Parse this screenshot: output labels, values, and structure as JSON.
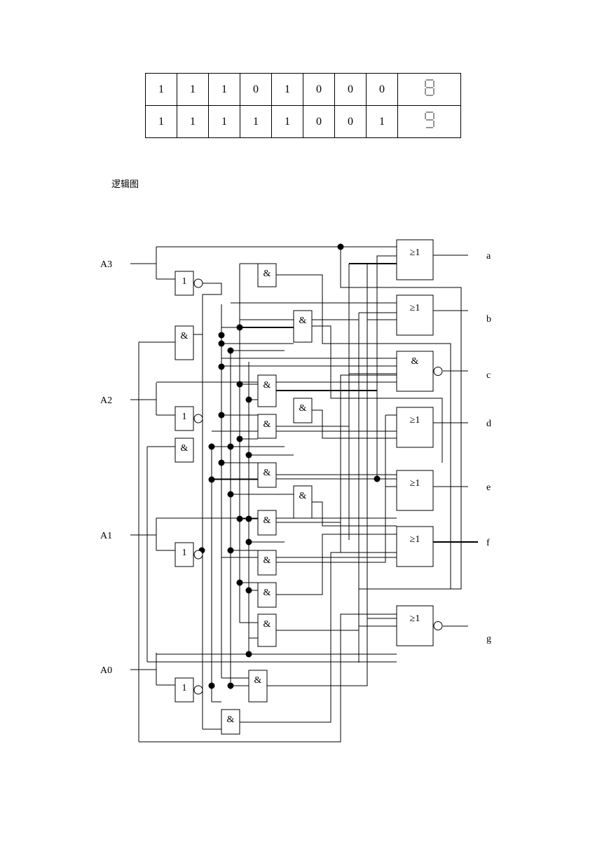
{
  "truth_table": {
    "rows": [
      {
        "bits": [
          "1",
          "1",
          "1",
          "0",
          "1",
          "0",
          "0",
          "0"
        ],
        "digit": "8"
      },
      {
        "bits": [
          "1",
          "1",
          "1",
          "1",
          "1",
          "0",
          "0",
          "1"
        ],
        "digit": "9"
      }
    ]
  },
  "caption": "逻辑图",
  "inputs": [
    "A3",
    "A2",
    "A1",
    "A0"
  ],
  "outputs": [
    "a",
    "b",
    "c",
    "d",
    "e",
    "f",
    "g"
  ],
  "gate_symbols": {
    "and": "&",
    "or": "≥1",
    "not": "1"
  },
  "colors": {
    "line": "#000000",
    "background": "#ffffff",
    "segment": "#666666"
  }
}
